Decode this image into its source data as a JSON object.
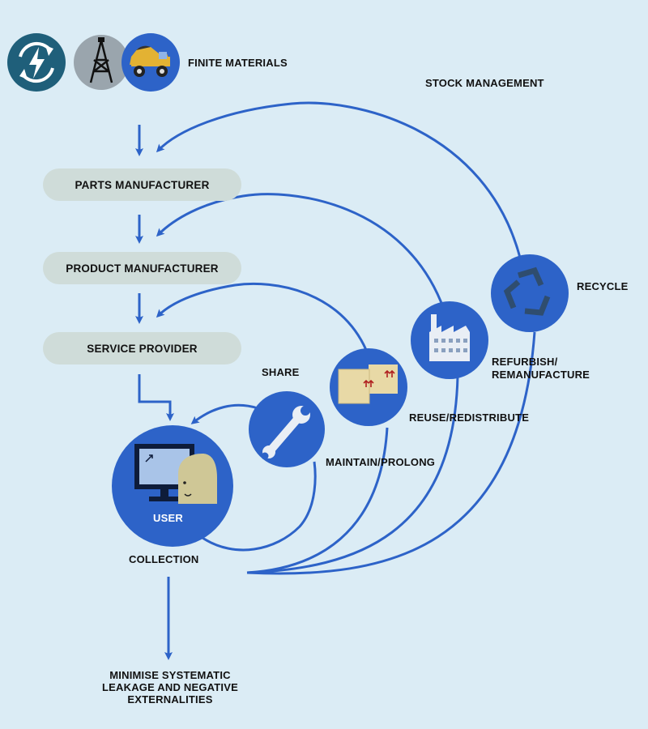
{
  "header": {
    "finite_materials": "FINITE MATERIALS",
    "icons": [
      "energy-cycle-icon",
      "oil-rig-icon",
      "mining-truck-icon"
    ]
  },
  "stages": {
    "parts_manufacturer": "PARTS MANUFACTURER",
    "product_manufacturer": "PRODUCT MANUFACTURER",
    "service_provider": "SERVICE PROVIDER"
  },
  "loops": {
    "stock_management": "STOCK MANAGEMENT",
    "recycle": "RECYCLE",
    "refurbish_line1": "REFURBISH/",
    "refurbish_line2": "REMANUFACTURE",
    "reuse": "REUSE/REDISTRIBUTE",
    "share": "SHARE",
    "maintain": "MAINTAIN/PROLONG"
  },
  "user": {
    "label": "USER"
  },
  "collection": "COLLECTION",
  "leakage": {
    "line1": "MINIMISE SYSTEMATIC",
    "line2": "LEAKAGE AND NEGATIVE",
    "line3": "EXTERNALITIES"
  },
  "colors": {
    "background": "#dbecf5",
    "accent_blue": "#2d63c8",
    "dark_teal": "#1f5f7a",
    "pill": "#cfdcd9",
    "grey_circle": "#9aa5ad",
    "box_tan": "#e8d9a6"
  }
}
